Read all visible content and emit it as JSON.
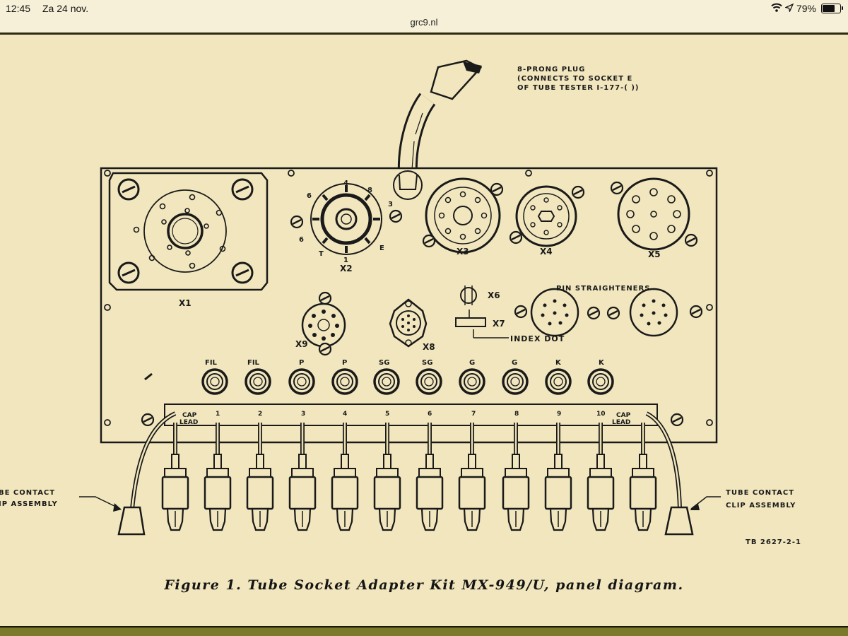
{
  "status_bar": {
    "time": "12:45",
    "date": "Za 24 nov.",
    "url": "grc9.nl",
    "battery_percent": "79%",
    "battery_level": 0.79,
    "icons": [
      "wifi-icon",
      "location-arrow-icon",
      "battery-icon"
    ]
  },
  "diagram": {
    "plug_label": [
      "8-PRONG PLUG",
      "(CONNECTS TO SOCKET E",
      "OF TUBE TESTER I-177-( ))"
    ],
    "sockets": {
      "x1": "X1",
      "x2": "X2",
      "x3": "X3",
      "x4": "X4",
      "x5": "X5",
      "x6": "X6",
      "x7": "X7",
      "x8": "X8",
      "x9": "X9"
    },
    "x2_pins": [
      "4",
      "8",
      "6",
      "3",
      "6",
      "T",
      "1",
      "E"
    ],
    "pin_straighteners": "PIN STRAIGHTENERS",
    "index_dot": "INDEX DOT",
    "jack_labels": [
      "FIL",
      "FIL",
      "P",
      "P",
      "SG",
      "SG",
      "G",
      "G",
      "K",
      "K"
    ],
    "lead_labels": [
      "CAP",
      "LEAD",
      "1",
      "2",
      "3",
      "4",
      "5",
      "6",
      "7",
      "8",
      "9",
      "10",
      "CAP",
      "LEAD"
    ],
    "left_assembly": [
      "BE CONTACT",
      "IP ASSEMBLY"
    ],
    "right_assembly": [
      "TUBE CONTACT",
      "CLIP ASSEMBLY"
    ],
    "tb_number": "TB 2627-2-1",
    "caption": "Figure 1.  Tube Socket Adapter Kit MX-949/U, panel diagram."
  },
  "colors": {
    "paper": "#f1e6bd",
    "ink": "#1a1a1a",
    "status_bg": "#f6f0d8",
    "bottom_bar": "#7a7a2a"
  }
}
